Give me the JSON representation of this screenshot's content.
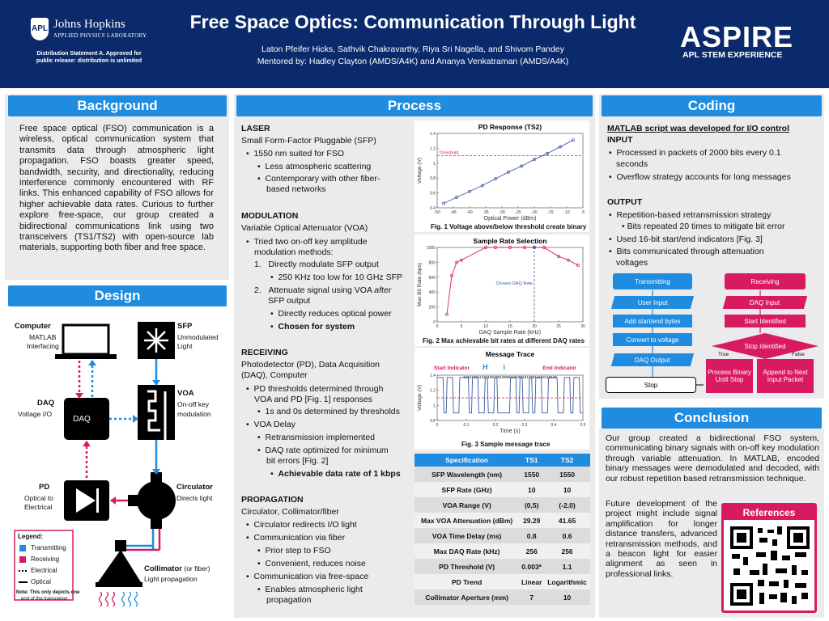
{
  "header": {
    "title": "Free Space Optics: Communication Through Light",
    "authors": "Laton Pfeifer Hicks, Sathvik Chakravarthy, Riya Sri Nagella, and Shivom Pandey",
    "mentors": "Mentored by: Hadley Clayton (AMDS/A4K) and Ananya Venkatraman (AMDS/A4K)",
    "jhu_name": "Johns Hopkins",
    "jhu_sub": "APPLIED PHYSICS LABORATORY",
    "jhu_shield": "APL",
    "distribution": "Distribution Statement A. Approved for public release: distribution is unlimited",
    "aspire": "ASPIRE",
    "aspire_sub": "APL STEM EXPERIENCE"
  },
  "background": {
    "heading": "Background",
    "text": "Free space optical (FSO) communication is a wireless, optical communication system that transmits data through atmospheric light propagation. FSO boasts greater speed, bandwidth, security, and directionality, reducing interference commonly encountered with RF links. This enhanced capability of FSO allows for higher achievable data rates. Curious to further explore free-space, our group created a bidirectional communications link using two transceivers (TS1/TS2) with open-source lab materials, supporting both fiber and free space."
  },
  "design": {
    "heading": "Design",
    "computer_title": "Computer",
    "computer_sub1": "MATLAB",
    "computer_sub2": "Interfacing",
    "sfp_title": "SFP",
    "sfp_sub1": "Unmodulated",
    "sfp_sub2": "Light",
    "daq_title": "DAQ",
    "daq_sub": "Voltage I/O",
    "daq_box": "DAQ",
    "voa_title": "VOA",
    "voa_sub1": "On-off key",
    "voa_sub2": "modulation",
    "pd_title": "PD",
    "pd_sub1": "Optical to",
    "pd_sub2": "Electrical",
    "circ_title": "Circulator",
    "circ_sub": "Directs light",
    "coll_title": "Collimator",
    "coll_note": "(or fiber)",
    "coll_sub": "Light propagation",
    "legend_title": "Legend:",
    "legend_items": [
      "Transmitting",
      "Receiving",
      "Electrical",
      "Optical"
    ],
    "legend_note1": "Note: This only depicts one",
    "legend_note2": "end of the transceiver.",
    "colors": {
      "transmit": "#1f8ce0",
      "receive": "#d81b60"
    }
  },
  "process": {
    "heading": "Process",
    "laser_h": "LASER",
    "laser_sub": "Small Form-Factor Pluggable (SFP)",
    "laser_b1": "1550 nm suited for FSO",
    "laser_b1a": "Less atmospheric scattering",
    "laser_b1b1": "Contemporary with other fiber-",
    "laser_b1b2": "based networks",
    "mod_h": "MODULATION",
    "mod_sub": "Variable Optical Attenuator (VOA)",
    "mod_b1_1": "Tried two on-off key amplitude",
    "mod_b1_2": "modulation methods:",
    "mod_n1": "1.",
    "mod_n1_text": "Directly modulate SFP output",
    "mod_n1a": "250 KHz too low for 10 GHz SFP",
    "mod_n2": "2.",
    "mod_n2_text1": "Attenuate signal using VOA",
    "mod_n2_after": "after",
    "mod_n2_text2": "SFP output",
    "mod_n2a": "Directly reduces optical power",
    "mod_n2b": "Chosen for system",
    "rec_h": "RECEIVING",
    "rec_sub1": "Photodetector (PD), Data Acquisition",
    "rec_sub2": "(DAQ), Computer",
    "rec_b1_1": "PD thresholds determined through",
    "rec_b1_2": "VOA and PD [Fig. 1] responses",
    "rec_b1a": "1s and 0s determined by thresholds",
    "rec_b2": "VOA Delay",
    "rec_b2a": "Retransmission implemented",
    "rec_b2b1": "DAQ rate optimized for minimum",
    "rec_b2b2": "bit errors [Fig. 2]",
    "rec_b2b3": "Achievable data rate of 1 kbps",
    "prop_h": "PROPAGATION",
    "prop_sub": "Circulator, Collimator/fiber",
    "prop_b1": "Circulator redirects I/O light",
    "prop_b2": "Communication via fiber",
    "prop_b2a": "Prior step to FSO",
    "prop_b2b": "Convenient, reduces noise",
    "prop_b3": "Communication via free-space",
    "prop_b3a1": "Enables atmospheric light",
    "prop_b3a2": "propagation"
  },
  "figures": {
    "fig1_caption": "Fig. 1 Voltage above/below threshold create binary",
    "fig2_caption": "Fig. 2 Max achievable bit rates at different DAQ rates",
    "fig3_caption": "Fig. 3 Sample message trace"
  },
  "chart_data": [
    {
      "type": "line",
      "title": "PD Response (TS2)",
      "xlabel": "Optical Power (dBm)",
      "ylabel": "Voltage (V)",
      "xlim": [
        -50,
        -5
      ],
      "ylim": [
        0.4,
        1.4
      ],
      "xticks": [
        -50,
        -45,
        -40,
        -35,
        -30,
        -25,
        -20,
        -15,
        -10,
        -5
      ],
      "yticks": [
        0.4,
        0.6,
        0.8,
        1,
        1.2,
        1.4
      ],
      "x": [
        -48,
        -44,
        -40,
        -36,
        -32,
        -28,
        -24,
        -20,
        -16,
        -12,
        -8
      ],
      "y": [
        0.46,
        0.54,
        0.62,
        0.7,
        0.79,
        0.88,
        0.96,
        1.05,
        1.13,
        1.22,
        1.31
      ],
      "threshold": {
        "label": "Threshold",
        "value": 1.1
      },
      "colors": {
        "line": "#3a5aa0",
        "threshold": "#d81b60"
      }
    },
    {
      "type": "line",
      "title": "Sample Rate Selection",
      "xlabel": "DAQ Sample Rate (kHz)",
      "ylabel": "Max Bit Rate (bps)",
      "xlim": [
        0,
        30
      ],
      "ylim": [
        0,
        1000
      ],
      "xticks": [
        0,
        5,
        10,
        15,
        20,
        25,
        30
      ],
      "yticks": [
        0,
        200,
        400,
        600,
        800,
        1000
      ],
      "x": [
        2,
        3,
        4,
        5,
        10,
        12,
        15,
        18,
        20,
        22,
        25,
        27,
        29
      ],
      "y": [
        100,
        620,
        800,
        830,
        1000,
        1000,
        1000,
        1000,
        1000,
        1000,
        880,
        830,
        760
      ],
      "annotation": "Chosen DAQ Rate",
      "chosen_x": 20,
      "colors": {
        "line": "#d81b60",
        "marker": "#3a5aa0"
      }
    },
    {
      "type": "line",
      "title": "Message Trace",
      "xlabel": "Time (s)",
      "ylabel": "Voltage (V)",
      "xlim": [
        0,
        0.5
      ],
      "ylim": [
        0.8,
        1.4
      ],
      "xticks": [
        0,
        0.1,
        0.2,
        0.3,
        0.4,
        0.5
      ],
      "yticks": [
        0.8,
        1,
        1.2,
        1.4
      ],
      "labels": [
        "Start Indicator",
        "H",
        "i",
        "End Indicator"
      ],
      "bits": "1101100111011001001000011010010110011100110110",
      "high": 1.37,
      "low": 0.9,
      "threshold": 1.1,
      "colors": {
        "trace": "#3a5aa0",
        "threshold": "#d81b60",
        "label": "#d81b60",
        "message": "#1f8ce0"
      }
    }
  ],
  "spec_table": {
    "headers": [
      "Specification",
      "TS1",
      "TS2"
    ],
    "rows": [
      [
        "SFP Wavelength (nm)",
        "1550",
        "1550"
      ],
      [
        "SFP Rate (GHz)",
        "10",
        "10"
      ],
      [
        "VOA Range (V)",
        "(0,5)",
        "(-2,0)"
      ],
      [
        "Max VOA Attenuation (dBm)",
        "29.29",
        "41.65"
      ],
      [
        "VOA Time Delay (ms)",
        "0.8",
        "0.6"
      ],
      [
        "Max DAQ Rate (kHz)",
        "256",
        "256"
      ],
      [
        "PD Threshold (V)",
        "0.003*",
        "1.1"
      ],
      [
        "PD Trend",
        "Linear",
        "Logarithmic"
      ],
      [
        "Collimator Aperture (mm)",
        "7",
        "10"
      ]
    ]
  },
  "coding": {
    "heading": "Coding",
    "intro": "MATLAB script was developed for I/O control",
    "input_h": "INPUT",
    "input_b1a": "Processed in packets of 2000 bits every 0.1",
    "input_b1b": "seconds",
    "input_b2": "Overflow strategy accounts for long messages",
    "output_h": "OUTPUT",
    "output_b1": "Repetition-based retransmission strategy",
    "output_b1a": "Bits repeated 20 times to mitigate bit error",
    "output_b2": "Used 16-bit start/end indicators [Fig. 3]",
    "output_b3a": "Bits communicated through attenuation",
    "output_b3b": "voltages"
  },
  "flowchart": {
    "transmitting": "Transmitting",
    "user_input": "User Input",
    "add_bytes": "Add start/end bytes",
    "convert": "Convert to voltage",
    "daq_output": "DAQ Output",
    "stop": "Stop",
    "receiving": "Receiving",
    "daq_input": "DAQ Input",
    "start_identified": "Start Identified",
    "stop_identified": "Stop Identified",
    "true_label": "True",
    "false_label": "False",
    "process_binary": "Process Binary Until Stop",
    "append": "Append to Next Input Packet"
  },
  "conclusion": {
    "heading": "Conclusion",
    "text1": "Our group created a bidirectional FSO system, communicating binary signals with on-off key modulation through variable attenuation. In MATLAB, encoded binary messages were demodulated and decoded, with our robust repetition based retransmission technique.",
    "text2": "Future development of the project might include signal amplification for longer distance transfers, advanced retransmission methods, and a beacon light for easier alignment as seen in professional links.",
    "references": "References"
  }
}
